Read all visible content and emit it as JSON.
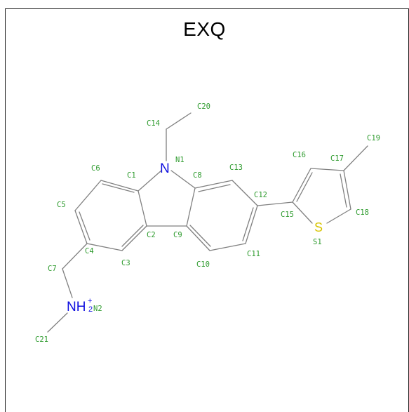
{
  "title": "EXQ",
  "atoms": {
    "N1": {
      "symbol": "N",
      "label": "N1"
    },
    "N2": {
      "symbol": "NH",
      "sub": "2",
      "charge": "+",
      "label": "N2"
    },
    "S1": {
      "symbol": "S",
      "label": "S1"
    },
    "C1": "C1",
    "C2": "C2",
    "C3": "C3",
    "C4": "C4",
    "C5": "C5",
    "C6": "C6",
    "C7": "C7",
    "C8": "C8",
    "C9": "C9",
    "C10": "C10",
    "C11": "C11",
    "C12": "C12",
    "C13": "C13",
    "C14": "C14",
    "C15": "C15",
    "C16": "C16",
    "C17": "C17",
    "C18": "C18",
    "C19": "C19",
    "C20": "C20",
    "C21": "C21"
  },
  "colors": {
    "carbon_label": "#2e9b2e",
    "nitrogen": "#1010e0",
    "sulfur": "#d8c400",
    "bond": "#808080"
  }
}
